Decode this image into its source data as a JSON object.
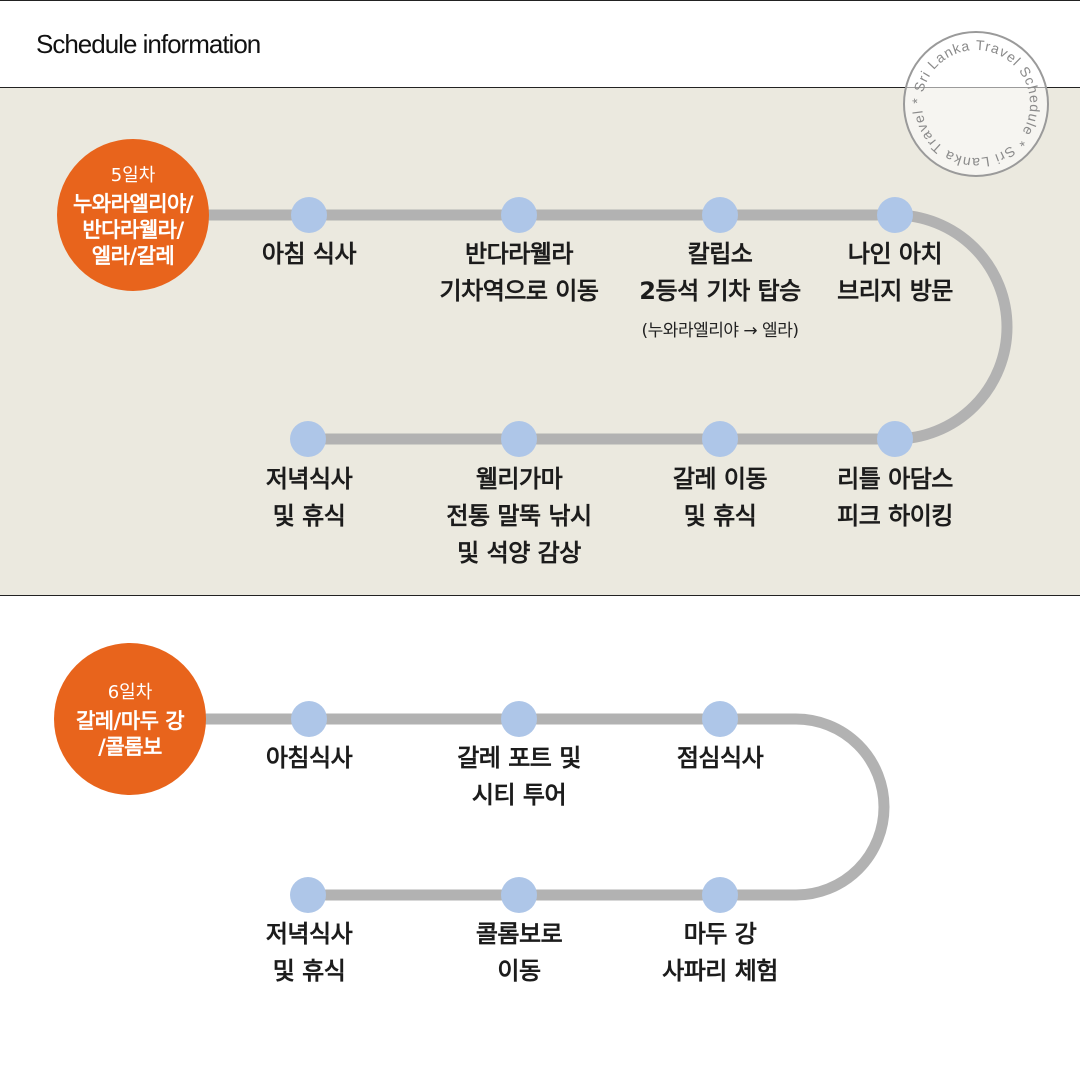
{
  "header": {
    "title": "Schedule information"
  },
  "stamp": {
    "text": "* Sri Lanka Travel Schedule * Sri Lanka Travel"
  },
  "colors": {
    "accent": "#e8641c",
    "node": "#aec6e8",
    "track": "#b2b2b2",
    "band": "#ebe9df"
  },
  "day5": {
    "day_label": "5일차",
    "place": "누와라엘리야/\n반다라웰라/\n엘라/갈레",
    "row1": [
      "아침 식사",
      "반다라웰라\n기차역으로 이동",
      "칼립소\n2등석 기차 탑승",
      "나인 아치\n브리지 방문"
    ],
    "row1_note": "(누와라엘리야 → 엘라)",
    "row2": [
      "저녁식사\n및 휴식",
      "웰리가마\n전통 말뚝 낚시\n및 석양 감상",
      "갈레 이동\n및 휴식",
      "리틀 아담스\n피크 하이킹"
    ]
  },
  "day6": {
    "day_label": "6일차",
    "place": "갈레/마두 강\n/콜롬보",
    "row1": [
      "아침식사",
      "갈레 포트 및\n시티 투어",
      "점심식사"
    ],
    "row2": [
      "저녁식사\n및 휴식",
      "콜롬보로\n이동",
      "마두 강\n사파리 체험"
    ]
  }
}
